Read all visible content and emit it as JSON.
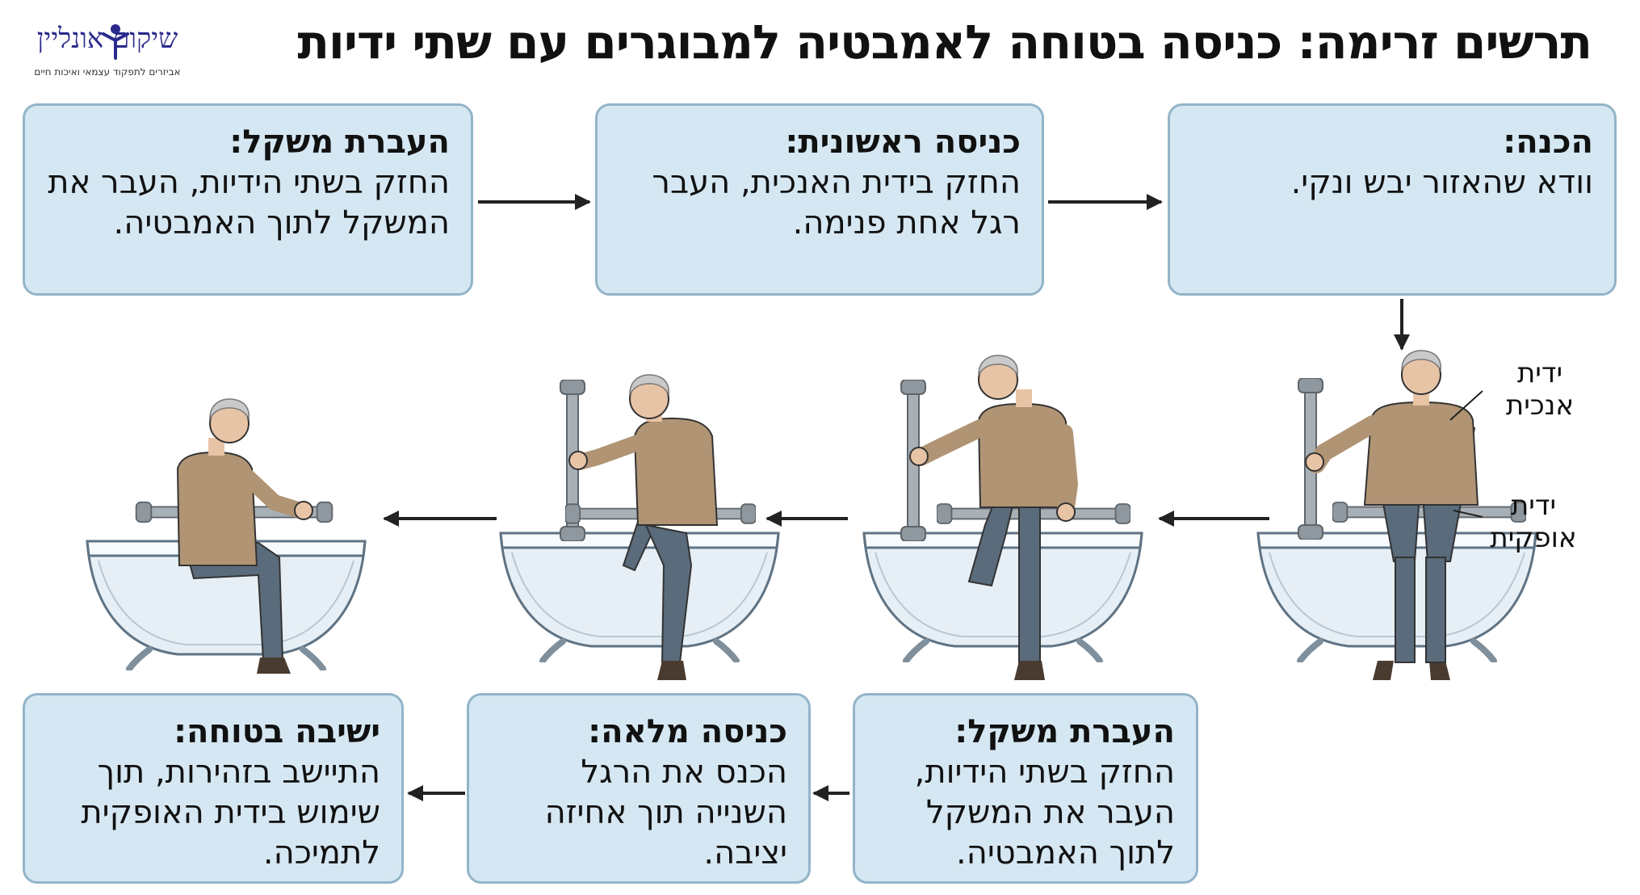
{
  "title": "תרשים זרימה: כניסה בטוחה לאמבטיה למבוגרים עם שתי ידיות",
  "logo": {
    "name": "שיקום אונליין",
    "tagline": "אביזרים לתפקוד עצמאי ואיכות חיים"
  },
  "steps": [
    {
      "title": "הכנה:",
      "body": "וודא שהאזור יבש ונקי."
    },
    {
      "title": "כניסה ראשונית:",
      "body": "החזק בידית האנכית, העבר רגל אחת פנימה."
    },
    {
      "title": "העברת משקל:",
      "body": "החזק בשתי הידיות, העבר את המשקל לתוך האמבטיה."
    },
    {
      "title": "העברת משקל:",
      "body": "החזק בשתי הידיות, העבר את המשקל לתוך האמבטיה."
    },
    {
      "title": "כניסה מלאה:",
      "body": "הכנס את הרגל השנייה תוך אחיזה יציבה."
    },
    {
      "title": "ישיבה בטוחה:",
      "body": "התיישב בזהירות, תוך שימוש בידית האופקית לתמיכה."
    }
  ],
  "callouts": {
    "vertical_handle": "ידית אנכית",
    "horizontal_handle": "ידית אופקית"
  },
  "colors": {
    "box_fill": "#d5e7f2",
    "box_border": "#93b4c8",
    "sweater": "#b09474",
    "pants": "#5a6b7b",
    "tub": "#e6eff5",
    "metal": "#a8b0b6",
    "logo": "#2a2a8c"
  },
  "icons": [
    "flow-arrow",
    "person-figure",
    "bathtub",
    "grab-bar"
  ]
}
